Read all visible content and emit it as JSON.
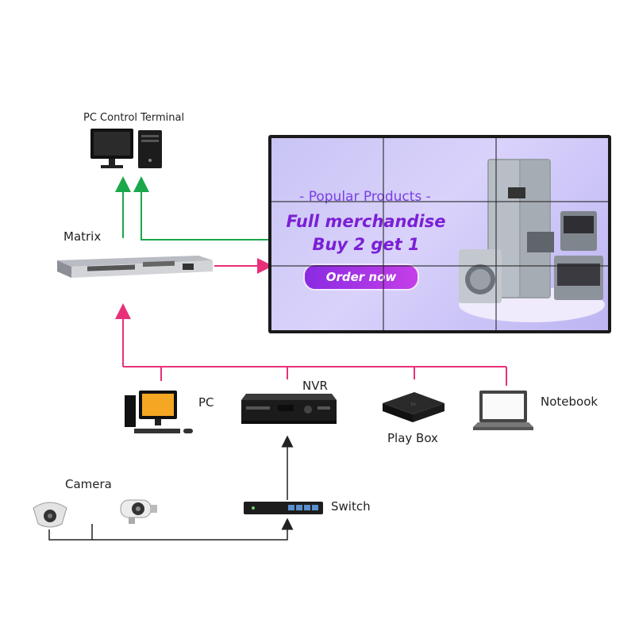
{
  "labels": {
    "pc_control_terminal": "PC Control Terminal",
    "matrix": "Matrix",
    "pc": "PC",
    "nvr": "NVR",
    "play_box": "Play Box",
    "notebook": "Notebook",
    "camera": "Camera",
    "switch": "Switch"
  },
  "video_wall": {
    "subtitle": "- Popular Products -",
    "headline_1": "Full merchandise",
    "headline_2": "Buy 2 get 1",
    "button": "Order now"
  },
  "colors": {
    "control_link": "#1aa84a",
    "video_link": "#e8307a",
    "network_link": "#222222"
  }
}
